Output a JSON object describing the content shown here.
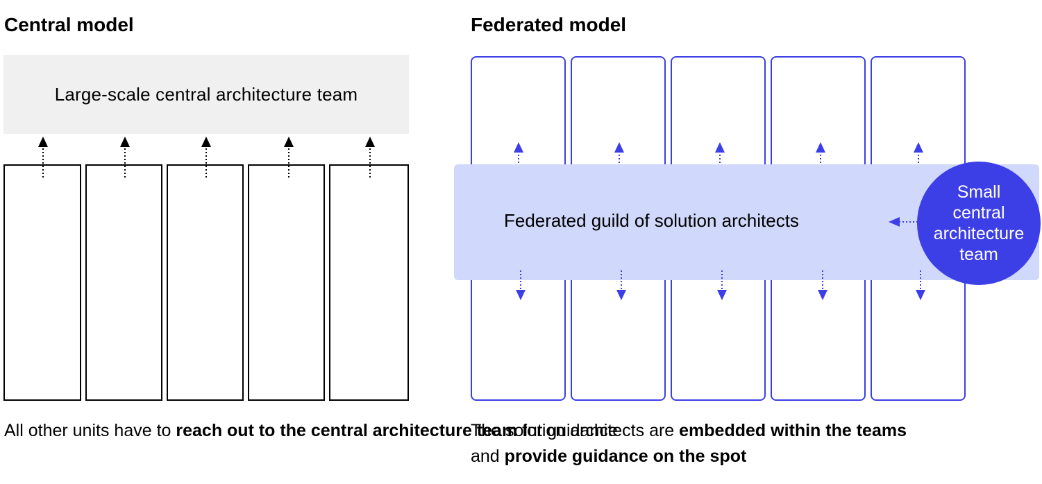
{
  "central": {
    "title": "Central model",
    "team_label": "Large-scale central architecture team",
    "caption": {
      "pre": "All other units have to ",
      "bold": "reach out to the central architecture team",
      "post": " for guidance"
    }
  },
  "federated": {
    "title": "Federated model",
    "guild_label": "Federated guild of solution architects",
    "circle_label": "Small central architecture team",
    "caption": {
      "pre": "The solution architects are ",
      "bold1": "embedded within the teams",
      "mid": " and ",
      "bold2": "provide guidance on the spot"
    }
  },
  "colors": {
    "accent": "#3c3ee6",
    "guild_band": "#d0d8fb",
    "central_box": "#f0f0f0"
  }
}
